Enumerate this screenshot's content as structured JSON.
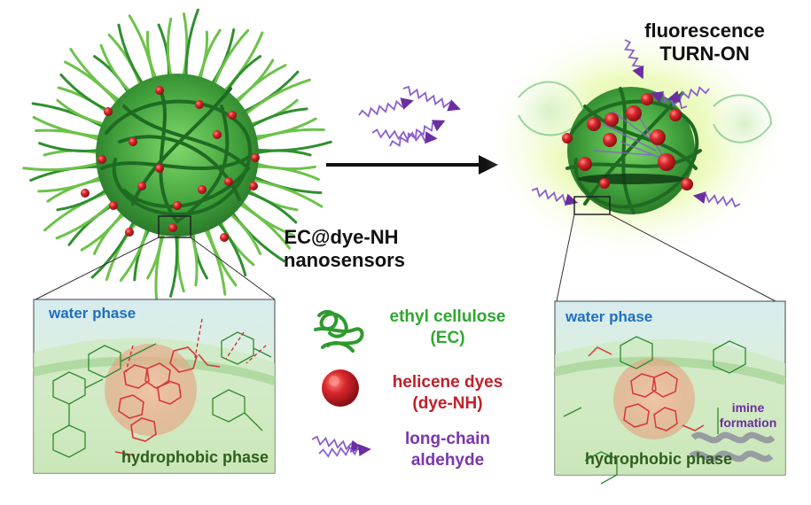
{
  "labels": {
    "fluorescence": "fluorescence",
    "turn_on": "TURN-ON",
    "nanosensor_name": "EC@dye-NH",
    "nanosensor_word": "nanosensors",
    "water_phase_left": "water phase",
    "hydrophobic_phase_left": "hydrophobic phase",
    "water_phase_right": "water phase",
    "hydrophobic_phase_right": "hydrophobic phase",
    "imine_1": "imine",
    "imine_2": "formation"
  },
  "legend": {
    "ec_line1": "ethyl cellulose",
    "ec_line2": "(EC)",
    "dye_line1": "helicene dyes",
    "dye_line2": "(dye-NH)",
    "aldehyde_line1": "long-chain",
    "aldehyde_line2": "aldehyde"
  },
  "colors": {
    "ec_green": "#2ea82e",
    "dye_red": "#c0202a",
    "aldehyde_purple": "#7a35b0",
    "water_blue": "#1f6fbf",
    "glow": "#c8f07a"
  }
}
